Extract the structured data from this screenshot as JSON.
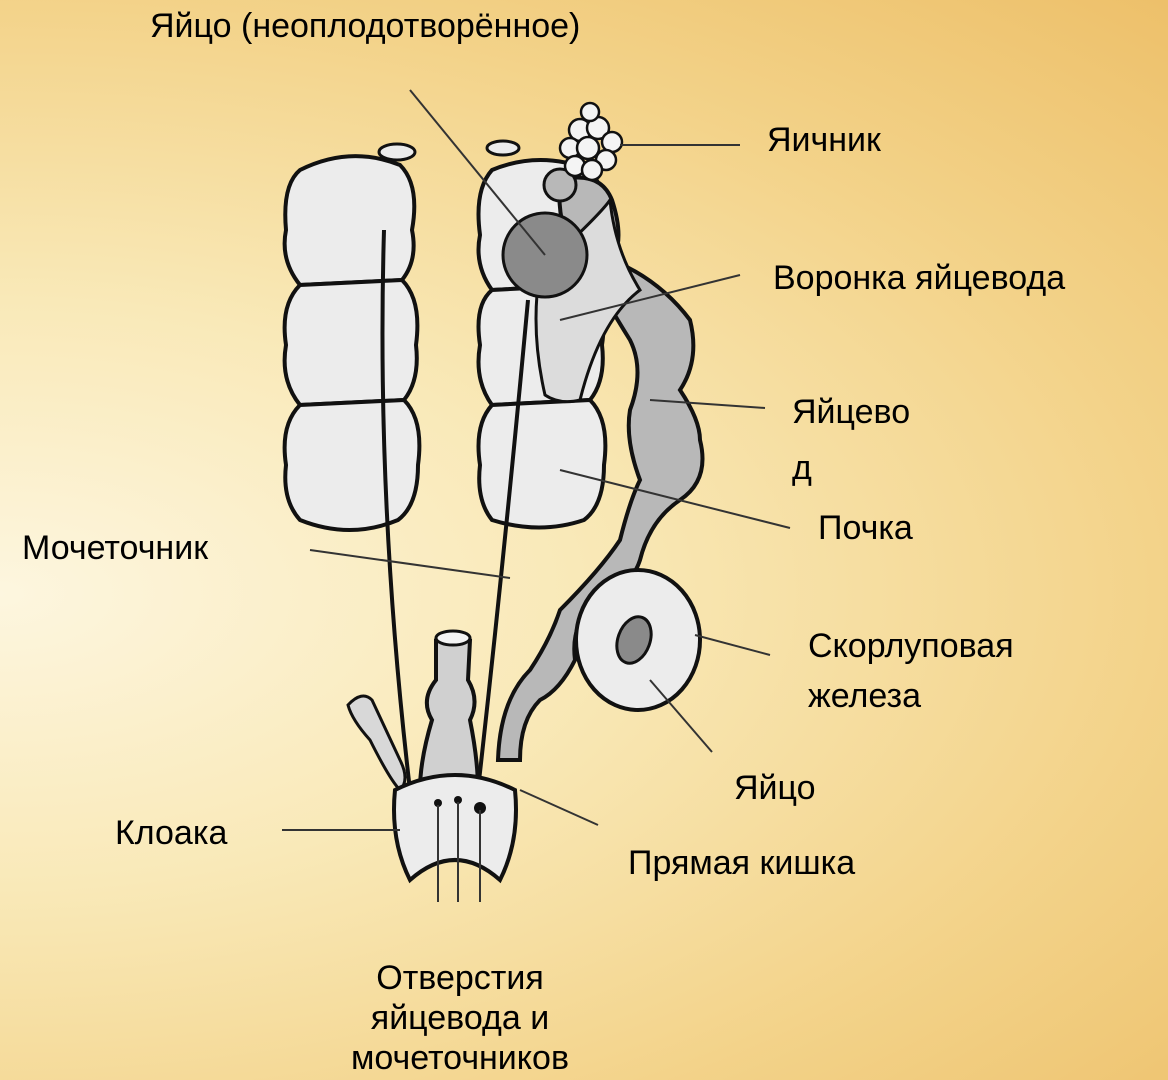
{
  "labels": {
    "egg_unfertilized": "Яйцо (неоплодотворённое)",
    "ovary": "Яичник",
    "funnel": "Воронка яйцевода",
    "oviduct_line1": "Яйцево",
    "oviduct_line2": "д",
    "kidney": "Почка",
    "ureter": "Мочеточник",
    "shell_gland_line1": "Скорлуповая",
    "shell_gland_line2": "железа",
    "egg": "Яйцо",
    "cloaca": "Клоака",
    "rectum": "Прямая кишка",
    "openings_line1": "Отверстия",
    "openings_line2": "яйцевода и",
    "openings_line3": "мочеточников"
  },
  "colors": {
    "background": "#f6dc9c",
    "organ_fill": "#ececec",
    "oviduct_fill": "#b8b8b8",
    "egg_fill": "#8a8a8a",
    "outline": "#111111"
  }
}
